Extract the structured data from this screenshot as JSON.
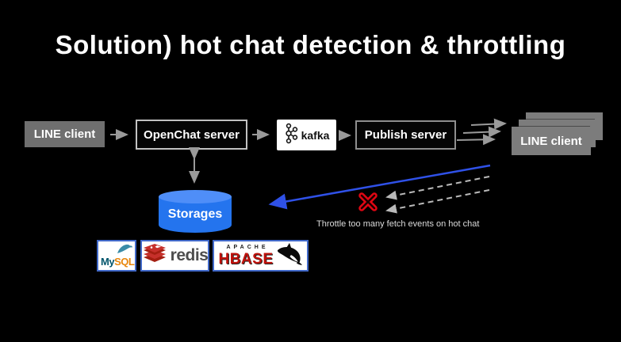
{
  "title": "Solution) hot chat detection & throttling",
  "diagram": {
    "line_client_left": "LINE client",
    "openchat_server": "OpenChat server",
    "kafka_label": "kafka",
    "publish_server": "Publish server",
    "line_client_right": "LINE client",
    "storages": "Storages",
    "annotation": "Throttle too many fetch events on hot chat"
  },
  "logos": {
    "mysql_my": "My",
    "mysql_sql": "SQL",
    "redis": "redis",
    "hbase_apache": "APACHE",
    "hbase_name": "HBASE"
  },
  "colors": {
    "background": "#000000",
    "client_box_gray": "#6f6f6f",
    "storage_blue": "#2474ee",
    "storage_blue_light": "#4f8ef8",
    "flow_arrow_gray": "#9a9a9a",
    "throttle_arrow_blue": "#2f51e8",
    "blocked_dash_gray": "#b9b9b9",
    "error_red": "#e20613",
    "logo_border_blue": "#4169c9",
    "mysql_navy": "#00546b",
    "mysql_orange": "#e8860c",
    "hbase_red": "#c0110b"
  }
}
